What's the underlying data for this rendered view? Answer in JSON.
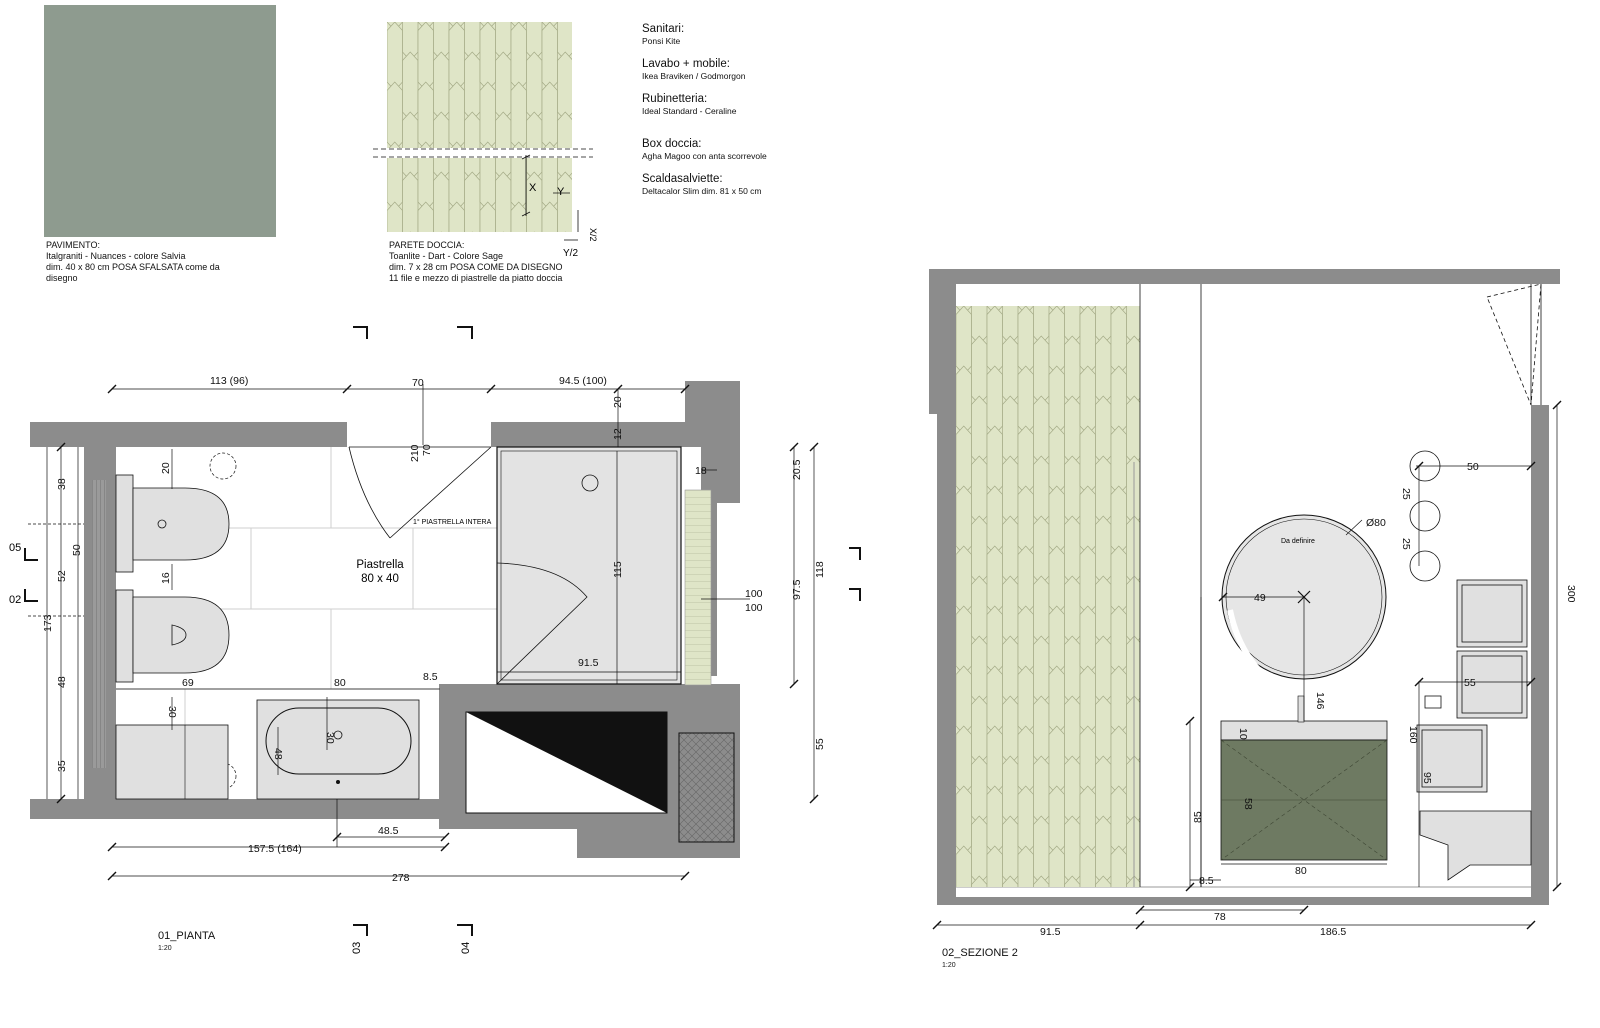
{
  "floor_tile": {
    "heading": "PAVIMENTO:",
    "line1": "Italgraniti - Nuances - colore Salvia",
    "line2": "dim.  40 x 80 cm POSA SFALSATA come da",
    "line3": "disegno",
    "color": "#8e9b8f"
  },
  "shower_wall": {
    "heading": "PARETE DOCCIA:",
    "line1": "Toanlite - Dart - Colore Sage",
    "line2": "dim.  7 x 28 cm POSA COME DA DISEGNO",
    "line3": "11 file e mezzo di piastrelle da piatto doccia",
    "label_x": "X",
    "label_y": "Y",
    "label_x2": "X/2",
    "label_y2": "Y/2",
    "color": "#dfe5c7"
  },
  "specs": [
    {
      "title": "Sanitari:",
      "value": "Ponsi Kite"
    },
    {
      "title": "Lavabo + mobile:",
      "value": "Ikea  Braviken / Godmorgon"
    },
    {
      "title": "Rubinetteria:",
      "value": "Ideal Standard - Ceraline"
    },
    {
      "title": "Box doccia:",
      "value": "Agha Magoo con anta scorrevole"
    },
    {
      "title": "Scaldasalviette:",
      "value": "Deltacalor Slim dim. 81 x 50 cm"
    }
  ],
  "plan": {
    "title": "01_PIANTA",
    "scale": "1:20",
    "dims": {
      "top_left": "113 (96)",
      "top_mid": "70",
      "top_right": "94.5 (100)",
      "d20_top": "20",
      "d12": "12",
      "d18": "18",
      "d20_5": "20.5",
      "d118": "118",
      "d97_5": "97.5",
      "d100a": "100",
      "d100b": "100",
      "d55": "55",
      "d115": "115",
      "d91_5": "91.5",
      "door_70": "70",
      "door_210": "210",
      "d38": "38",
      "d50": "50",
      "d52": "52",
      "d173": "173",
      "d48": "48",
      "d35": "35",
      "d20_wc": "20",
      "d16": "16",
      "d69": "69",
      "d80": "80",
      "d8_5": "8.5",
      "d30a": "30",
      "d30b": "30",
      "d48b": "48",
      "d48_5": "48.5",
      "d157": "157.5 (164)",
      "d278": "278"
    },
    "tile_label": "Piastrella",
    "tile_size": "80 x 40",
    "first_tile": "1° PIASTRELLA INTERA",
    "markers": [
      "05",
      "02",
      "03",
      "04"
    ]
  },
  "section": {
    "title": "02_SEZIONE 2",
    "scale": "1:20",
    "mirror_label": "Da definire",
    "dims": {
      "d50": "50",
      "d25a": "25",
      "d25b": "25",
      "d80dia": "Ø80",
      "d49": "49",
      "d300": "300",
      "d55": "55",
      "d146": "146",
      "d160": "160",
      "d10": "10",
      "d95": "95",
      "d58": "58",
      "d85": "85",
      "d8_5": "8.5",
      "d80": "80",
      "d91_5": "91.5",
      "d78": "78",
      "d186_5": "186.5"
    },
    "cabinet_color": "#6e7a62"
  },
  "colors": {
    "wall": "#8c8c8c",
    "tile_green": "#dfe5c7",
    "light_fixture": "#e6e6e6"
  }
}
